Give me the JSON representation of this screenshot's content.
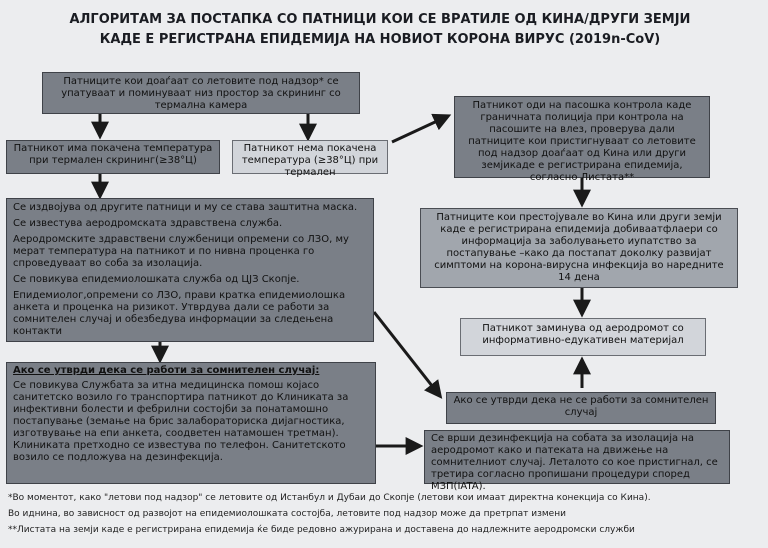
{
  "title": {
    "line1": "АЛГОРИТАМ ЗА ПОСТАПКА СО ПАТНИЦИ КОИ СЕ ВРАТИЛЕ ОД КИНА/ДРУГИ ЗЕМЈИ",
    "line2": "КАДЕ Е РЕГИСТРАНА ЕПИДЕМИЈА НА НОВИОТ КОРОНА ВИРУС (2019n-CoV)"
  },
  "boxes": {
    "start": "Патниците кои доаѓаат со летовите под надзор* се упатуваат и поминуваат низ простор за скрининг со термална камера",
    "fever": "Патникот има покачена температура при термален скрининг(≥38°Ц)",
    "no_fever": "Патникот нема покачена температура (≥38°Ц) при термален",
    "passport": "Патникот оди на пасошка контрола каде граничната полиција при контрола на пасошите на влез, проверува дали патниците кои пристигнуваат со летовите под надзор доаѓаат од Кина или други земјикаде е регистрирана епидемија, согласно Листата**",
    "leaflets": "Патниците кои престојувале во Кина или други земји каде е регистрирана епидемија добиваатфлаери со информација за заболувањето иупатство за постапување –како да постапат доколку развијат симптоми на корона-вирусна инфекција во наредните 14 дена",
    "leaves": "Патникот заминува од аеродромот со информативно-едукативен материјал",
    "not_suspect": "Ако се утврди дека не се работи за сомнителен случај",
    "disinfect": "Се врши дезинфекција на собата за изолација на аеродромот како и патеката на движење на сомнителниот случај. Леталото со кое пристигнал, се третира согласно пропишани процедури според МЗП(IATA).",
    "suspect_head": "Ако се утврди дека се работи за сомнителен случај:",
    "suspect_body": "Се повикува Службата за итна медицинска помош којасо санитетско возило го транспортира патникот до Клиниката за инфективни болести и фебрилни состојби за понатамошно постапување (земање на брис залабораториска дијагностика, изготвување на епи анкета, соодветен натамошен третман). Клиниката претходно се известува по телефон. Санитетското возило се подложува на дезинфекција."
  },
  "actions": [
    "Се издвојува од другите патници и му се става заштитна маска.",
    "Се известува аеродромската здравствена служба.",
    "Аеродромските здравствени службеници опремени со ЛЗО, му мерат температура на патникот и по нивна проценка го спроведуваат во соба за изолација.",
    "Се повикува епидемиолошката служба од ЦЈЗ Скопје.",
    "Епидемиолог,опремени со ЛЗО, прави кратка епидемиолошка анкета и проценка на ризикот. Утврдува дали се работи за сомнителен случај и обезбедува информации за следењена контакти"
  ],
  "footnotes": [
    "*Во моментот, како \"летови под надзор\" се летовите од Истанбул и Дубаи до Скопје (летови кои имаат директна конекција со Кина).",
    "Во иднина, во зависност од развојот на епидемиолошката состојба, летовите под надзор може да претрпат измени",
    "**Листата на земји каде е регистрирана епидемија ќе биде редовно ажурирана и доставена до надлежните аеродромски служби"
  ]
}
